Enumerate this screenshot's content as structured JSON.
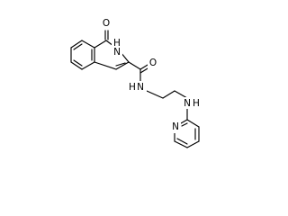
{
  "molecule": {
    "atoms": {
      "O1": "O",
      "NH2": "H",
      "NH2_N": "N",
      "amide_O": "O",
      "amide_NH": "H",
      "amide_N": "N",
      "amine_NH": "H",
      "amine_N": "N",
      "pyridine_N": "N"
    },
    "colors": {
      "bond": "#000000",
      "text": "#000000",
      "background": "#ffffff"
    }
  }
}
